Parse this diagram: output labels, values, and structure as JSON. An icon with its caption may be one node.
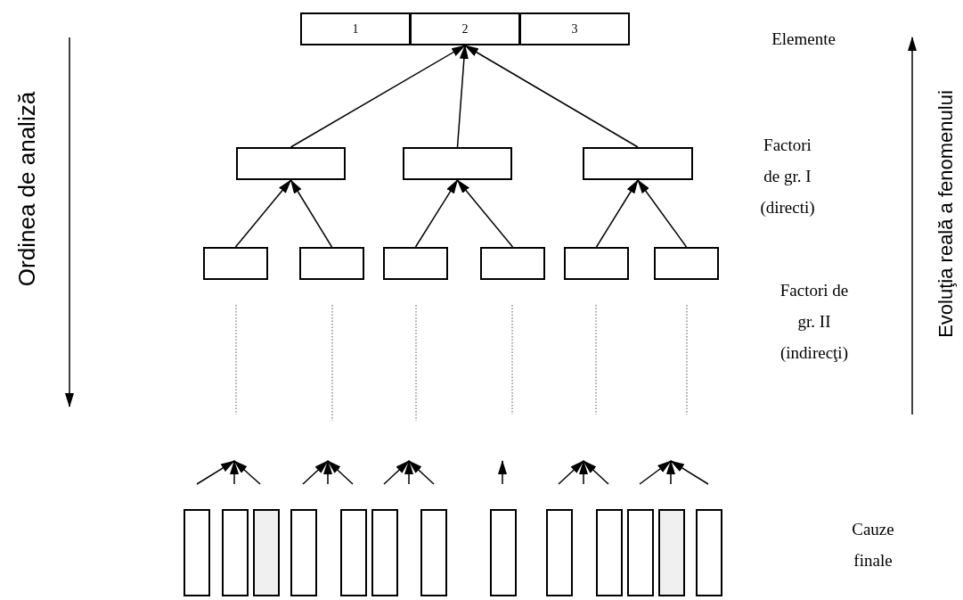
{
  "diagram": {
    "nodes": [
      {
        "text": [
          "1"
        ]
      },
      {
        "text": [
          "2"
        ]
      },
      {
        "text": [
          "3"
        ]
      },
      {
        "text": [],
        "shape": "box"
      },
      {
        "text": [],
        "shape": "box"
      },
      {
        "text": [],
        "shape": "box"
      },
      {
        "text": [],
        "shape": "box"
      },
      {
        "text": [],
        "shape": "box"
      },
      {
        "text": [],
        "shape": "box"
      },
      {
        "text": [],
        "shape": "box"
      },
      {
        "text": [],
        "shape": "box"
      },
      {
        "text": [],
        "shape": "box"
      },
      {
        "text": [],
        "shape": "box"
      },
      {
        "text": [],
        "shape": "box"
      },
      {
        "text": [],
        "shape": "box"
      },
      {
        "text": [],
        "shape": "box"
      },
      {
        "text": [],
        "shape": "box"
      },
      {
        "text": [],
        "shape": "box"
      },
      {
        "text": [],
        "shape": "box"
      },
      {
        "text": [],
        "shape": "box"
      },
      {
        "text": [],
        "shape": "box"
      },
      {
        "text": [],
        "shape": "box"
      },
      {
        "text": [],
        "shape": "box"
      },
      {
        "text": [],
        "shape": "box"
      },
      {
        "text": [],
        "shape": "box"
      }
    ],
    "edges": [
      {
        "from": 3,
        "to": 1,
        "arrow": "to"
      },
      {
        "from": 4,
        "to": 1,
        "arrow": "to"
      },
      {
        "from": 5,
        "to": 1,
        "arrow": "to"
      },
      {
        "from": 6,
        "to": 3,
        "arrow": "to"
      },
      {
        "from": 7,
        "to": 3,
        "arrow": "to"
      },
      {
        "from": 8,
        "to": 4,
        "arrow": "to"
      },
      {
        "from": 9,
        "to": 4,
        "arrow": "to"
      },
      {
        "from": 10,
        "to": 5,
        "arrow": "to"
      },
      {
        "from": 11,
        "to": 5,
        "arrow": "to"
      }
    ],
    "labels": [
      "Elemente",
      "Factori de gr. I (directi)",
      "Factori de gr. II (indirecţi)",
      "Cauze finale",
      "Ordinea de analiză",
      "Evoluţia reală a fenomenului"
    ]
  }
}
